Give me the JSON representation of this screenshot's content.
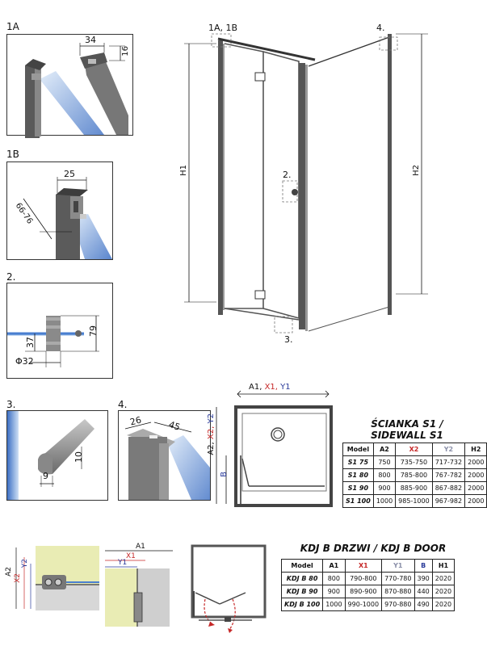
{
  "detail_labels": {
    "d1a": "1A",
    "d1b": "1B",
    "d2": "2.",
    "d3": "3.",
    "d4": "4.",
    "main_1a1b": "1A, 1B",
    "main_2": "2.",
    "main_3": "3.",
    "main_4": "4."
  },
  "dimensions": {
    "d1a_w": "34",
    "d1a_h": "16",
    "d1b_w": "25",
    "d1b_range": "66-76",
    "d2_37": "37",
    "d2_79": "79",
    "d2_phi": "Φ32",
    "d3_10": "10",
    "d3_9": "9",
    "d4_26": "26",
    "d4_45": "45",
    "h1": "H1",
    "h2": "H2",
    "plan_a1": "A1,",
    "plan_x1": "X1,",
    "plan_y1": "Y1",
    "plan_a2": "A2,",
    "plan_x2": "X2,",
    "plan_y2": "Y2",
    "plan_b": "B",
    "bl_a2": "A2",
    "bl_x2": "X2",
    "bl_y2": "Y2",
    "bm_a1": "A1",
    "bm_x1": "X1",
    "bm_y1": "Y1"
  },
  "sidewall_table": {
    "title_line1": "ŚCIANKA S1 /",
    "title_line2": "SIDEWALL S1",
    "headers": [
      "Model",
      "A2",
      "X2",
      "Y2",
      "H2"
    ],
    "rows": [
      [
        "S1 75",
        "750",
        "735-750",
        "717-732",
        "2000"
      ],
      [
        "S1 80",
        "800",
        "785-800",
        "767-782",
        "2000"
      ],
      [
        "S1 90",
        "900",
        "885-900",
        "867-882",
        "2000"
      ],
      [
        "S1 100",
        "1000",
        "985-1000",
        "967-982",
        "2000"
      ]
    ]
  },
  "door_table": {
    "title": "KDJ B DRZWI / KDJ B DOOR",
    "headers": [
      "Model",
      "A1",
      "X1",
      "Y1",
      "B",
      "H1"
    ],
    "rows": [
      [
        "KDJ B 80",
        "800",
        "790-800",
        "770-780",
        "390",
        "2020"
      ],
      [
        "KDJ B 90",
        "900",
        "890-900",
        "870-880",
        "440",
        "2020"
      ],
      [
        "KDJ B 100",
        "1000",
        "990-1000",
        "970-880",
        "490",
        "2020"
      ]
    ]
  },
  "colors": {
    "red": "#c62828",
    "blue": "#2a3b9a",
    "glass": "#4a7fd0",
    "yellow": "#e9ecb4"
  }
}
